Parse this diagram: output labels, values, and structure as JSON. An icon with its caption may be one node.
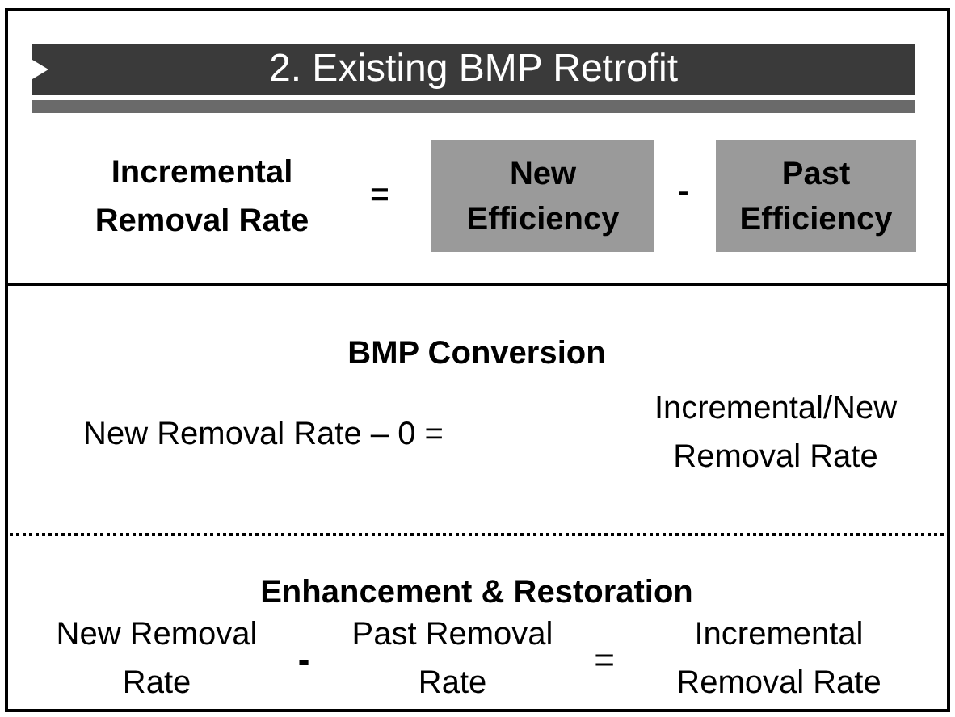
{
  "diagram": {
    "title": "2. Existing BMP Retrofit",
    "nodes": [
      {
        "text": [
          "New Efficiency"
        ]
      },
      {
        "text": [
          "Past Efficiency"
        ]
      }
    ],
    "labels": [
      "Incremental Removal Rate",
      "=",
      "-",
      "BMP Conversion",
      "New Removal Rate – 0 =",
      "Incremental/New Removal Rate",
      "Enhancement & Restoration",
      "New Removal Rate",
      "-",
      "Past Removal Rate",
      "=",
      "Incremental Removal Rate"
    ]
  }
}
